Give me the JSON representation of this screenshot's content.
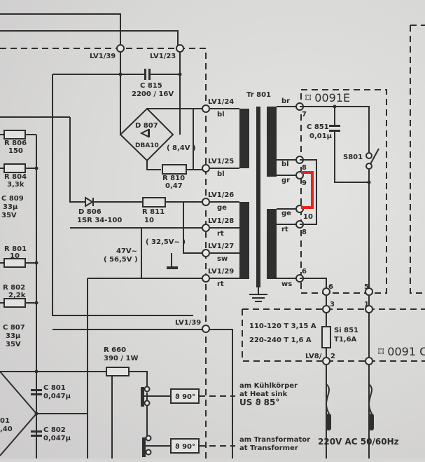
{
  "connectors": {
    "top_left": "LV1/39",
    "top_right": "LV1/23",
    "lower": "LV1/39",
    "lv8": "LV8/"
  },
  "capacitors": {
    "c815": {
      "ref": "C 815",
      "value": "2200 / 16V"
    },
    "c851": {
      "ref": "C 851",
      "value": "0,01µ"
    },
    "c809": {
      "ref": "C 809",
      "value1": "33µ",
      "value2": "35V"
    },
    "c807": {
      "ref": "C 807",
      "value1": "33µ",
      "value2": "35V"
    },
    "c801": {
      "ref": "C 801",
      "value": "0,047µ"
    },
    "c802": {
      "ref": "C 802",
      "value": "0,047µ"
    }
  },
  "diodes": {
    "d807": {
      "ref": "D 807",
      "type": "DBA10"
    },
    "d806": {
      "ref": "D 806",
      "type": "1SR 34-100"
    }
  },
  "resistors": {
    "r810": {
      "ref": "R 810",
      "value": "0,47"
    },
    "r811": {
      "ref": "R 811",
      "value": "10"
    },
    "r806": {
      "ref": "R 806",
      "value": "150"
    },
    "r804": {
      "ref": "R 804",
      "value": "3,3k"
    },
    "r801": {
      "ref": "R 801",
      "value": "10"
    },
    "r802": {
      "ref": "R 802",
      "value": "2,2k"
    },
    "r660": {
      "ref": "R 660",
      "value": "390 / 1W"
    }
  },
  "voltages": {
    "v84": "( 8,4V )",
    "v325": "( 32,5V~ )",
    "v47": "47V~",
    "v565": "( 56,5V )"
  },
  "transformer": {
    "ref": "Tr 801",
    "primary_pins": [
      {
        "connector": "LV1/24",
        "wire": "bl"
      },
      {
        "connector": "LV1/25",
        "wire": "bl"
      },
      {
        "connector": "LV1/26",
        "wire": "ge"
      },
      {
        "connector": "LV1/28",
        "wire": "rt"
      },
      {
        "connector": "LV1/27",
        "wire": "sw"
      },
      {
        "connector": "LV1/29",
        "wire": "rt"
      }
    ],
    "secondary_pins": [
      {
        "pin": "7",
        "wire": "br"
      },
      {
        "pin": "8",
        "wire": "bl"
      },
      {
        "pin": "9",
        "wire": "gr"
      },
      {
        "pin": "10",
        "wire": "ge"
      },
      {
        "pin": "8",
        "wire": "rt"
      },
      {
        "pin": "6",
        "wire": "ws"
      }
    ]
  },
  "module_e": {
    "label": "⌑ 0091E",
    "switch": "S801"
  },
  "module_lower": {
    "label": "⌑ 0091 C"
  },
  "fuse_box": {
    "row1": "110-120  T 3,15 A",
    "row2": "220-240  T 1,6 A",
    "fuse_ref": "Si 851",
    "fuse_value": "T1,6A",
    "pins": [
      "6",
      "5",
      "3",
      "1",
      "2"
    ]
  },
  "thermal": {
    "sw1": "ϑ 90°",
    "sw2": "ϑ 90°",
    "note1_line1": "am Kühlkörper",
    "note1_line2": "at Heat sink",
    "note1_line3": "US ϑ 85°",
    "note2_line1": "am Transformator",
    "note2_line2": "at Transformer"
  },
  "misc": {
    "partial_ic_1": "01",
    "partial_ic_2": ",40"
  },
  "mains": "220V AC  50/60Hz",
  "annotation": {
    "color": "#e8221c",
    "description": "red jumper between pins 9 and 10"
  }
}
